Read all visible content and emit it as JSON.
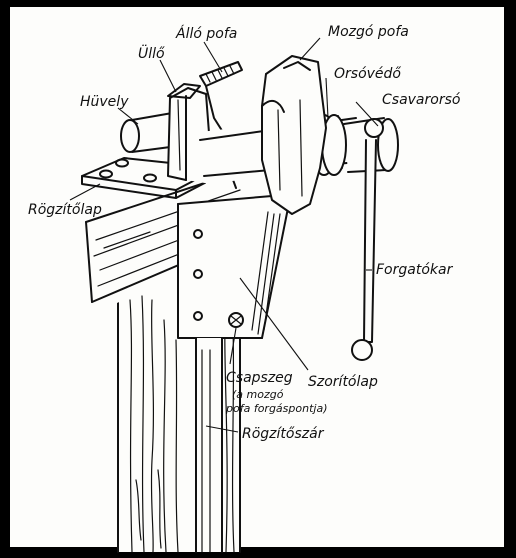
{
  "labels": {
    "allo_pofa": "Álló pofa",
    "mozgo_pofa": "Mozgó pofa",
    "ullo": "Üllő",
    "orsovedo": "Orsóvédő",
    "huvely": "Hüvely",
    "csavarorso": "Csavarorsó",
    "rogzitolap": "Rögzítőlap",
    "forgatokar": "Forgatókar",
    "csapszeg": "Csapszeg",
    "csapszeg_note_1": "(a mozgó",
    "csapszeg_note_2": "pofa forgáspontja)",
    "szoritolap": "Szorítólap",
    "rogzitoszar": "Rögzítőszár"
  }
}
